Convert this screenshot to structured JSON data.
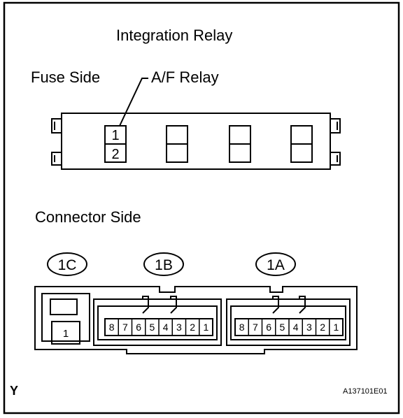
{
  "title": "Integration Relay",
  "fuse_side": {
    "heading": "Fuse Side",
    "callout": "A/F Relay",
    "pins": [
      "1",
      "2"
    ]
  },
  "connector_side": {
    "heading": "Connector Side",
    "connectors": [
      {
        "id": "1C",
        "pins": [
          "1"
        ]
      },
      {
        "id": "1B",
        "pins": [
          "8",
          "7",
          "6",
          "5",
          "4",
          "3",
          "2",
          "1"
        ]
      },
      {
        "id": "1A",
        "pins": [
          "8",
          "7",
          "6",
          "5",
          "4",
          "3",
          "2",
          "1"
        ]
      }
    ]
  },
  "corner_mark": "Y",
  "figure_code": "A137101E01"
}
